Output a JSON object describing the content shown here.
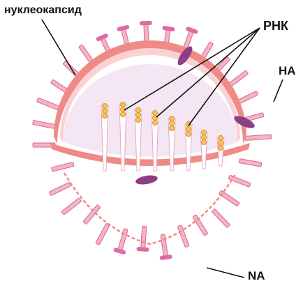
{
  "labels": {
    "nucleocapsid": "нуклеокапсид",
    "rna": "РНК",
    "ha": "НА",
    "na": "NA"
  },
  "colors": {
    "envelope_outer": "#ef8a86",
    "envelope_inner": "#fbd2d3",
    "interior": "#f5e6f3",
    "spike": "#f3b4c6",
    "spike_stroke": "#d9678a",
    "na_head": "#df6aa5",
    "protein_dark": "#8d3f85",
    "rna_bead": "#f4c25a",
    "leader_line": "#111111"
  }
}
